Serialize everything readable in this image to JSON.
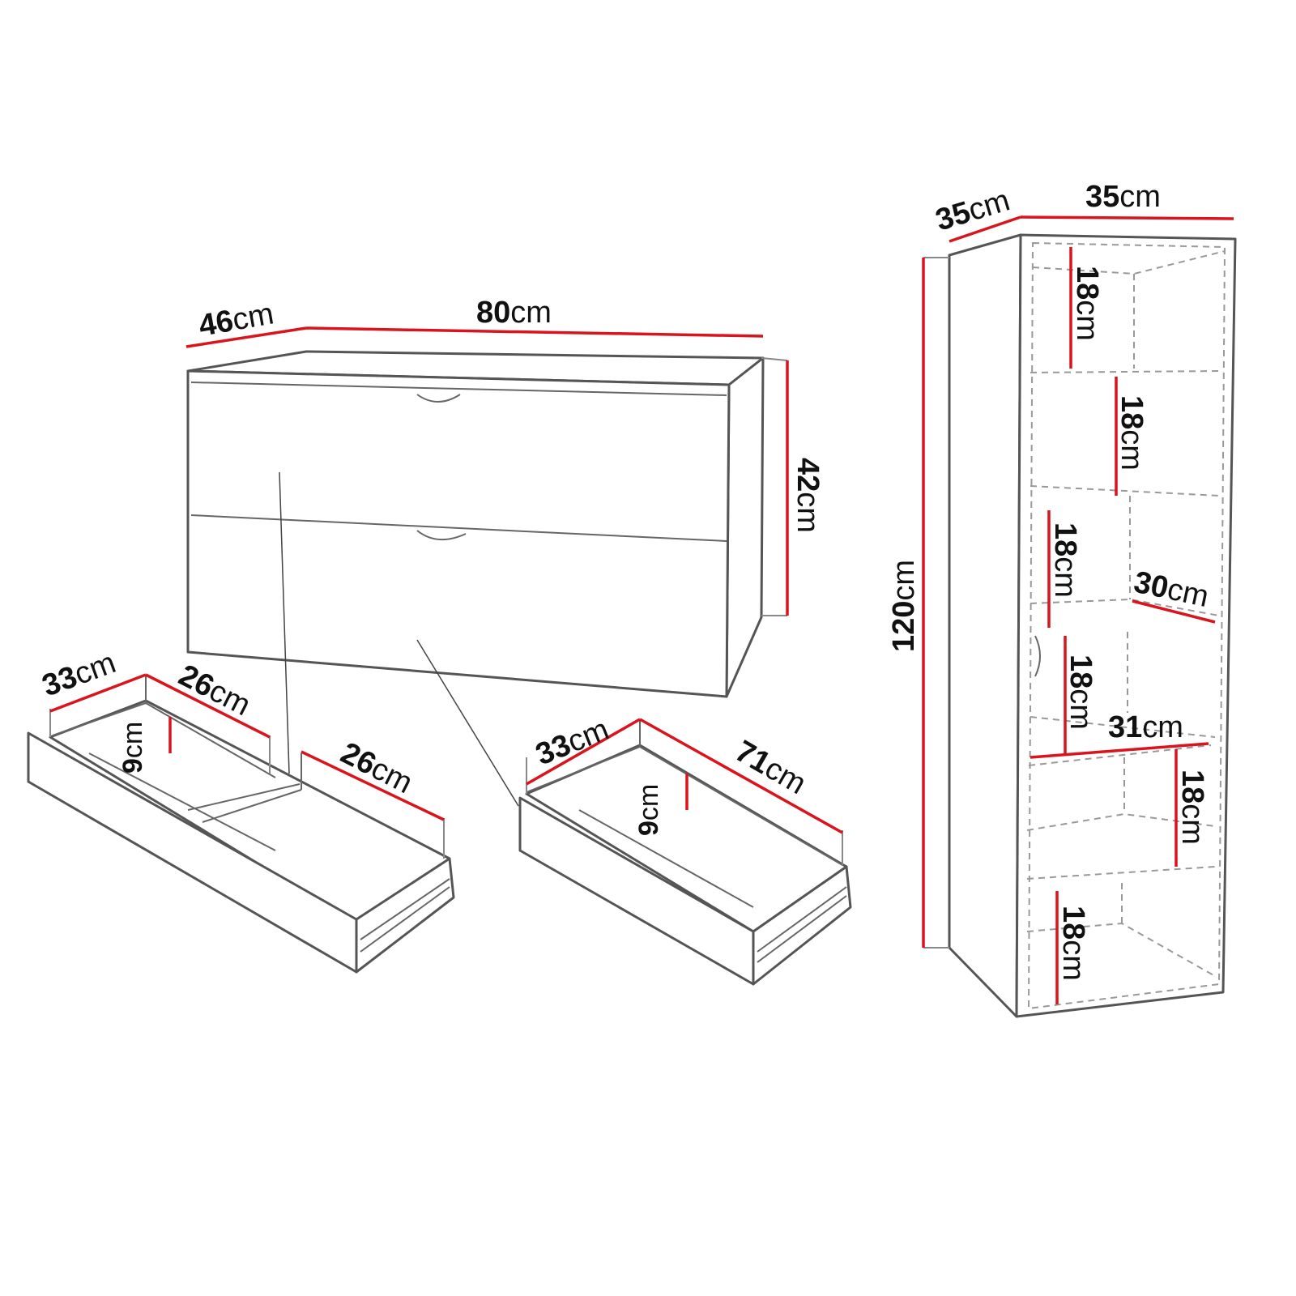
{
  "accent_color": "#d9141c",
  "chest": {
    "depth": {
      "value": "46",
      "unit": "cm"
    },
    "width": {
      "value": "80",
      "unit": "cm"
    },
    "height": {
      "value": "42",
      "unit": "cm"
    }
  },
  "small_drawer": {
    "depth": {
      "value": "33",
      "unit": "cm"
    },
    "width_left": {
      "value": "26",
      "unit": "cm"
    },
    "width_right": {
      "value": "26",
      "unit": "cm"
    },
    "height": {
      "value": "9",
      "unit": "cm"
    }
  },
  "large_drawer": {
    "depth": {
      "value": "33",
      "unit": "cm"
    },
    "width": {
      "value": "71",
      "unit": "cm"
    },
    "height": {
      "value": "9",
      "unit": "cm"
    }
  },
  "shelf": {
    "depth": {
      "value": "35",
      "unit": "cm"
    },
    "width": {
      "value": "35",
      "unit": "cm"
    },
    "height": {
      "value": "120",
      "unit": "cm"
    },
    "compartment_heights": [
      {
        "value": "18",
        "unit": "cm"
      },
      {
        "value": "18",
        "unit": "cm"
      },
      {
        "value": "18",
        "unit": "cm"
      },
      {
        "value": "18",
        "unit": "cm"
      },
      {
        "value": "18",
        "unit": "cm"
      },
      {
        "value": "18",
        "unit": "cm"
      }
    ],
    "inner_depth": {
      "value": "30",
      "unit": "cm"
    },
    "inner_width": {
      "value": "31",
      "unit": "cm"
    }
  }
}
